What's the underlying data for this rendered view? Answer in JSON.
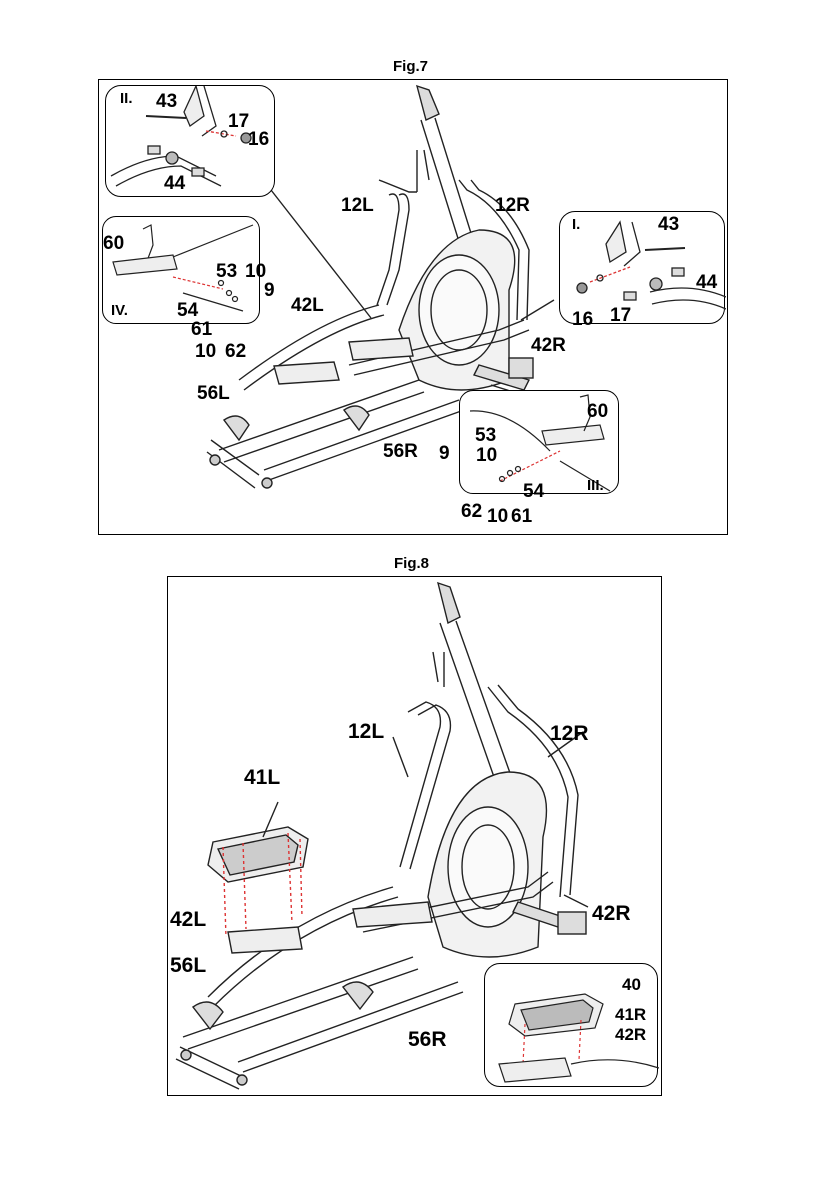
{
  "fig7": {
    "title": "Fig.7",
    "labels": {
      "l12L": "12L",
      "l12R": "12R",
      "l42L": "42L",
      "l42R": "42R",
      "l56L": "56L",
      "l56R": "56R"
    },
    "inset_II": {
      "roman": "II.",
      "p43": "43",
      "p17": "17",
      "p16": "16",
      "p44": "44"
    },
    "inset_I": {
      "roman": "I.",
      "p43": "43",
      "p44": "44",
      "p16": "16",
      "p17": "17"
    },
    "inset_IV": {
      "roman": "IV.",
      "p60": "60",
      "p53": "53",
      "p10a": "10",
      "p9": "9",
      "p54": "54",
      "p61": "61",
      "p10b": "10",
      "p62": "62"
    },
    "inset_III": {
      "roman": "III.",
      "p60": "60",
      "p53": "53",
      "p10a": "10",
      "p9": "9",
      "p54": "54",
      "p62": "62",
      "p10b": "10",
      "p61": "61"
    }
  },
  "fig8": {
    "title": "Fig.8",
    "labels": {
      "l12L": "12L",
      "l12R": "12R",
      "l41L": "41L",
      "l42L": "42L",
      "l56L": "56L",
      "l56R": "56R",
      "l42R": "42R"
    },
    "inset": {
      "p40": "40",
      "p41R": "41R",
      "p42R": "42R"
    }
  }
}
